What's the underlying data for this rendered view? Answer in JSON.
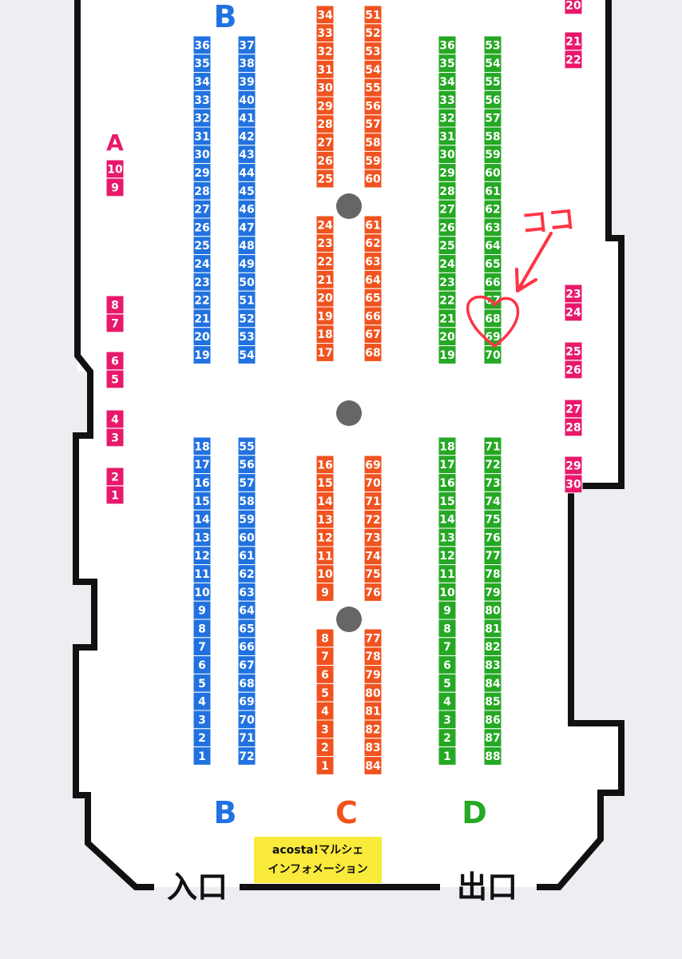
{
  "colors": {
    "A": "#e8196b",
    "B": "#2172e0",
    "C": "#f0531f",
    "D": "#25a824",
    "pillar": "#666666",
    "wall": "#111111",
    "annotation": "#ff3344"
  },
  "labels": {
    "b_top": "B",
    "a": "A",
    "b_bottom": "B",
    "c_bottom": "C",
    "d_bottom": "D",
    "entrance": "入口",
    "exit": "出口",
    "info_line1": "acosta!マルシェ",
    "info_line2": "インフォメーション",
    "annotation": "ココ"
  },
  "booths": {
    "A": [
      10,
      9,
      8,
      7,
      6,
      5,
      4,
      3,
      2,
      1
    ],
    "right_wall": [
      20,
      21,
      22,
      23,
      24,
      25,
      26,
      27,
      28,
      29,
      30
    ],
    "B_left_top": [
      36,
      35,
      34,
      33,
      32,
      31,
      30,
      29,
      28,
      27,
      26,
      25,
      24,
      23,
      22,
      21,
      20,
      19
    ],
    "B_right_top": [
      37,
      38,
      39,
      40,
      41,
      42,
      43,
      44,
      45,
      46,
      47,
      48,
      49,
      50,
      51,
      52,
      53,
      54
    ],
    "B_left_bottom": [
      18,
      17,
      16,
      15,
      14,
      13,
      12,
      11,
      10,
      9,
      8,
      7,
      6,
      5,
      4,
      3,
      2,
      1
    ],
    "B_right_bottom": [
      55,
      56,
      57,
      58,
      59,
      60,
      61,
      62,
      63,
      64,
      65,
      66,
      67,
      68,
      69,
      70,
      71,
      72
    ],
    "C_left_1": [
      34,
      33,
      32,
      31,
      30,
      29,
      28,
      27,
      26,
      25
    ],
    "C_right_1": [
      51,
      52,
      53,
      54,
      55,
      56,
      57,
      58,
      59,
      60
    ],
    "C_left_2": [
      24,
      23,
      22,
      21,
      20,
      19,
      18,
      17
    ],
    "C_right_2": [
      61,
      62,
      63,
      64,
      65,
      66,
      67,
      68
    ],
    "C_left_3": [
      16,
      15,
      14,
      13,
      12,
      11,
      10,
      9
    ],
    "C_right_3": [
      69,
      70,
      71,
      72,
      73,
      74,
      75,
      76
    ],
    "C_left_4": [
      8,
      7,
      6,
      5,
      4,
      3,
      2,
      1
    ],
    "C_right_4": [
      77,
      78,
      79,
      80,
      81,
      82,
      83,
      84
    ],
    "D_left_top": [
      36,
      35,
      34,
      33,
      32,
      31,
      30,
      29,
      28,
      27,
      26,
      25,
      24,
      23,
      22,
      21,
      20,
      19
    ],
    "D_right_top": [
      53,
      54,
      55,
      56,
      57,
      58,
      59,
      60,
      61,
      62,
      63,
      64,
      65,
      66,
      67,
      68,
      69,
      70
    ],
    "D_left_bottom": [
      18,
      17,
      16,
      15,
      14,
      13,
      12,
      11,
      10,
      9,
      8,
      7,
      6,
      5,
      4,
      3,
      2,
      1
    ],
    "D_right_bottom": [
      71,
      72,
      73,
      74,
      75,
      76,
      77,
      78,
      79,
      80,
      81,
      82,
      83,
      84,
      85,
      86,
      87,
      88
    ]
  }
}
